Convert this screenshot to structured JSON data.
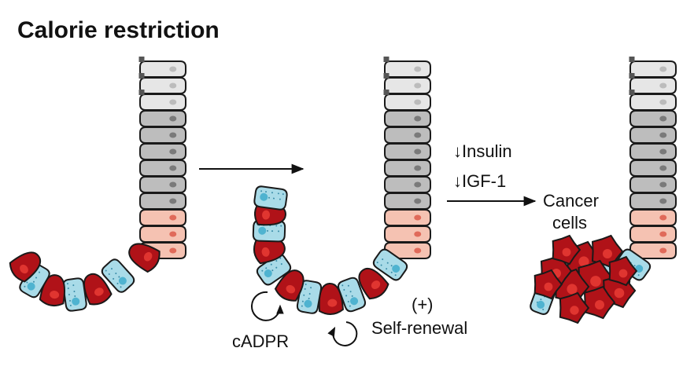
{
  "title": "Calorie restriction",
  "labels": {
    "insulin": "↓Insulin",
    "igf1": "↓IGF-1",
    "cancer_line1": "Cancer",
    "cancer_line2": "cells",
    "plus": "(+)",
    "self_renewal": "Self-renewal",
    "cadpr": "cADPR"
  },
  "colors": {
    "villus_light": "#e6e6e6",
    "villus_mid": "#bdbdbd",
    "nucleus_light": "#bcbcbc",
    "nucleus_mid": "#7a7a7a",
    "progenitor": "#f5c2b2",
    "progenitor_nucleus": "#e06a5a",
    "stem_cell": "#a9dbe8",
    "stem_nucleus": "#4fb3d0",
    "paneth": "#b01218",
    "paneth_dark": "#7a0c10",
    "paneth_granule": "#e03530"
  },
  "icons": [
    "right-arrow-icon",
    "cycle-arrow-icon"
  ]
}
